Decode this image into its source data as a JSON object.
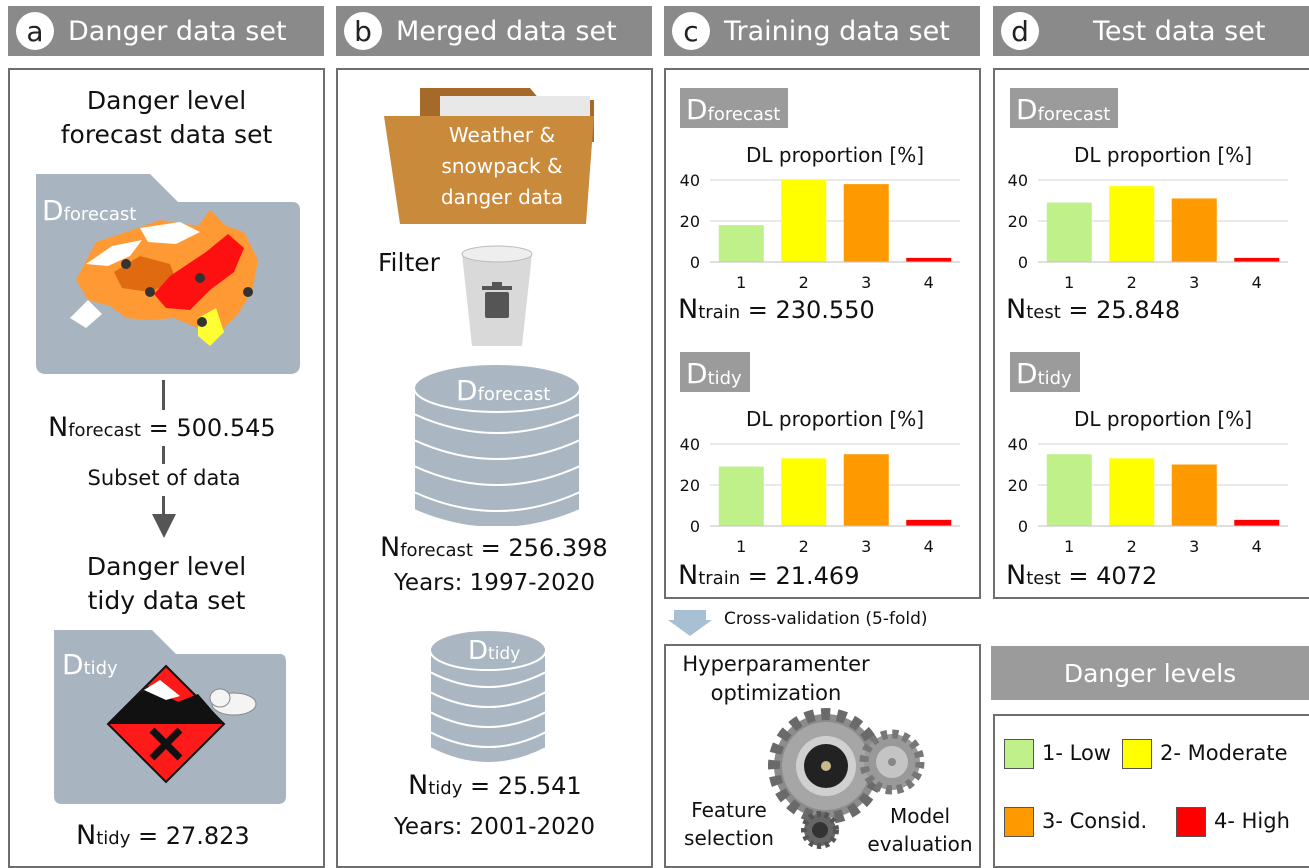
{
  "headers": {
    "a": {
      "letter": "a",
      "title": "Danger data set"
    },
    "b": {
      "letter": "b",
      "title": "Merged data set"
    },
    "c": {
      "letter": "c",
      "title": "Training data set"
    },
    "d": {
      "letter": "d",
      "title": "Test data set"
    }
  },
  "panel_a": {
    "heading1": [
      "Danger level",
      "forecast data set"
    ],
    "folder1_label": {
      "main": "D",
      "sub": "forecast"
    },
    "n_forecast": {
      "N": "N",
      "sub": "forecast",
      "value": "= 500.545"
    },
    "arrow_label": "Subset of data",
    "heading2": [
      "Danger level",
      "tidy data set"
    ],
    "folder2_label": {
      "main": "D",
      "sub": "tidy"
    },
    "n_tidy": {
      "N": "N",
      "sub": "tidy",
      "value": "= 27.823"
    }
  },
  "panel_b": {
    "folder_text": [
      "Weather &",
      "snowpack &",
      "danger data"
    ],
    "filter_label": "Filter",
    "db1_label": {
      "main": "D",
      "sub": "forecast"
    },
    "n_forecast": {
      "N": "N",
      "sub": "forecast",
      "value": "= 256.398"
    },
    "years1": "Years: 1997-2020",
    "db2_label": {
      "main": "D",
      "sub": "tidy"
    },
    "n_tidy": {
      "N": "N",
      "sub": "tidy",
      "value": "= 25.541"
    },
    "years2": "Years: 2001-2020"
  },
  "panel_c": {
    "box1": {
      "main": "D",
      "sub": "forecast"
    },
    "box2": {
      "main": "D",
      "sub": "tidy"
    },
    "n1": {
      "N": "N",
      "sub": "train",
      "value": "= 230.550"
    },
    "n2": {
      "N": "N",
      "sub": "train",
      "value": "= 21.469"
    }
  },
  "panel_d": {
    "box1": {
      "main": "D",
      "sub": "forecast"
    },
    "box2": {
      "main": "D",
      "sub": "tidy"
    },
    "n1": {
      "N": "N",
      "sub": "test",
      "value": "= 25.848"
    },
    "n2": {
      "N": "N",
      "sub": "test",
      "value": "= 4072"
    }
  },
  "cross_validation": "Cross-validation (5-fold)",
  "hyper": {
    "title": [
      "Hyperparamenter",
      "optimization"
    ],
    "feature": [
      "Feature",
      "selection"
    ],
    "model": [
      "Model",
      "evaluation"
    ]
  },
  "legend": {
    "title": "Danger levels",
    "items": [
      {
        "label": "1- Low",
        "color": "#c0f08a"
      },
      {
        "label": "2- Moderate",
        "color": "#ffff00"
      },
      {
        "label": "3- Consid.",
        "color": "#ff9900"
      },
      {
        "label": "4- High",
        "color": "#ff0000"
      }
    ]
  },
  "chart_data": [
    {
      "type": "bar",
      "title": "DL proportion [%]",
      "categories": [
        "1",
        "2",
        "3",
        "4"
      ],
      "values": [
        18,
        40,
        38,
        2
      ],
      "ylim": [
        0,
        40
      ],
      "yticks": [
        "0",
        "20",
        "40"
      ],
      "colors": [
        "#c0f08a",
        "#ffff00",
        "#ff9900",
        "#ff0000"
      ]
    },
    {
      "type": "bar",
      "title": "DL proportion [%]",
      "categories": [
        "1",
        "2",
        "3",
        "4"
      ],
      "values": [
        29,
        37,
        31,
        2
      ],
      "ylim": [
        0,
        40
      ],
      "yticks": [
        "0",
        "20",
        "40"
      ],
      "colors": [
        "#c0f08a",
        "#ffff00",
        "#ff9900",
        "#ff0000"
      ]
    },
    {
      "type": "bar",
      "title": "DL proportion [%]",
      "categories": [
        "1",
        "2",
        "3",
        "4"
      ],
      "values": [
        29,
        33,
        35,
        3
      ],
      "ylim": [
        0,
        40
      ],
      "yticks": [
        "0",
        "20",
        "40"
      ],
      "colors": [
        "#c0f08a",
        "#ffff00",
        "#ff9900",
        "#ff0000"
      ]
    },
    {
      "type": "bar",
      "title": "DL proportion [%]",
      "categories": [
        "1",
        "2",
        "3",
        "4"
      ],
      "values": [
        35,
        33,
        30,
        3
      ],
      "ylim": [
        0,
        40
      ],
      "yticks": [
        "0",
        "20",
        "40"
      ],
      "colors": [
        "#c0f08a",
        "#ffff00",
        "#ff9900",
        "#ff0000"
      ]
    }
  ]
}
